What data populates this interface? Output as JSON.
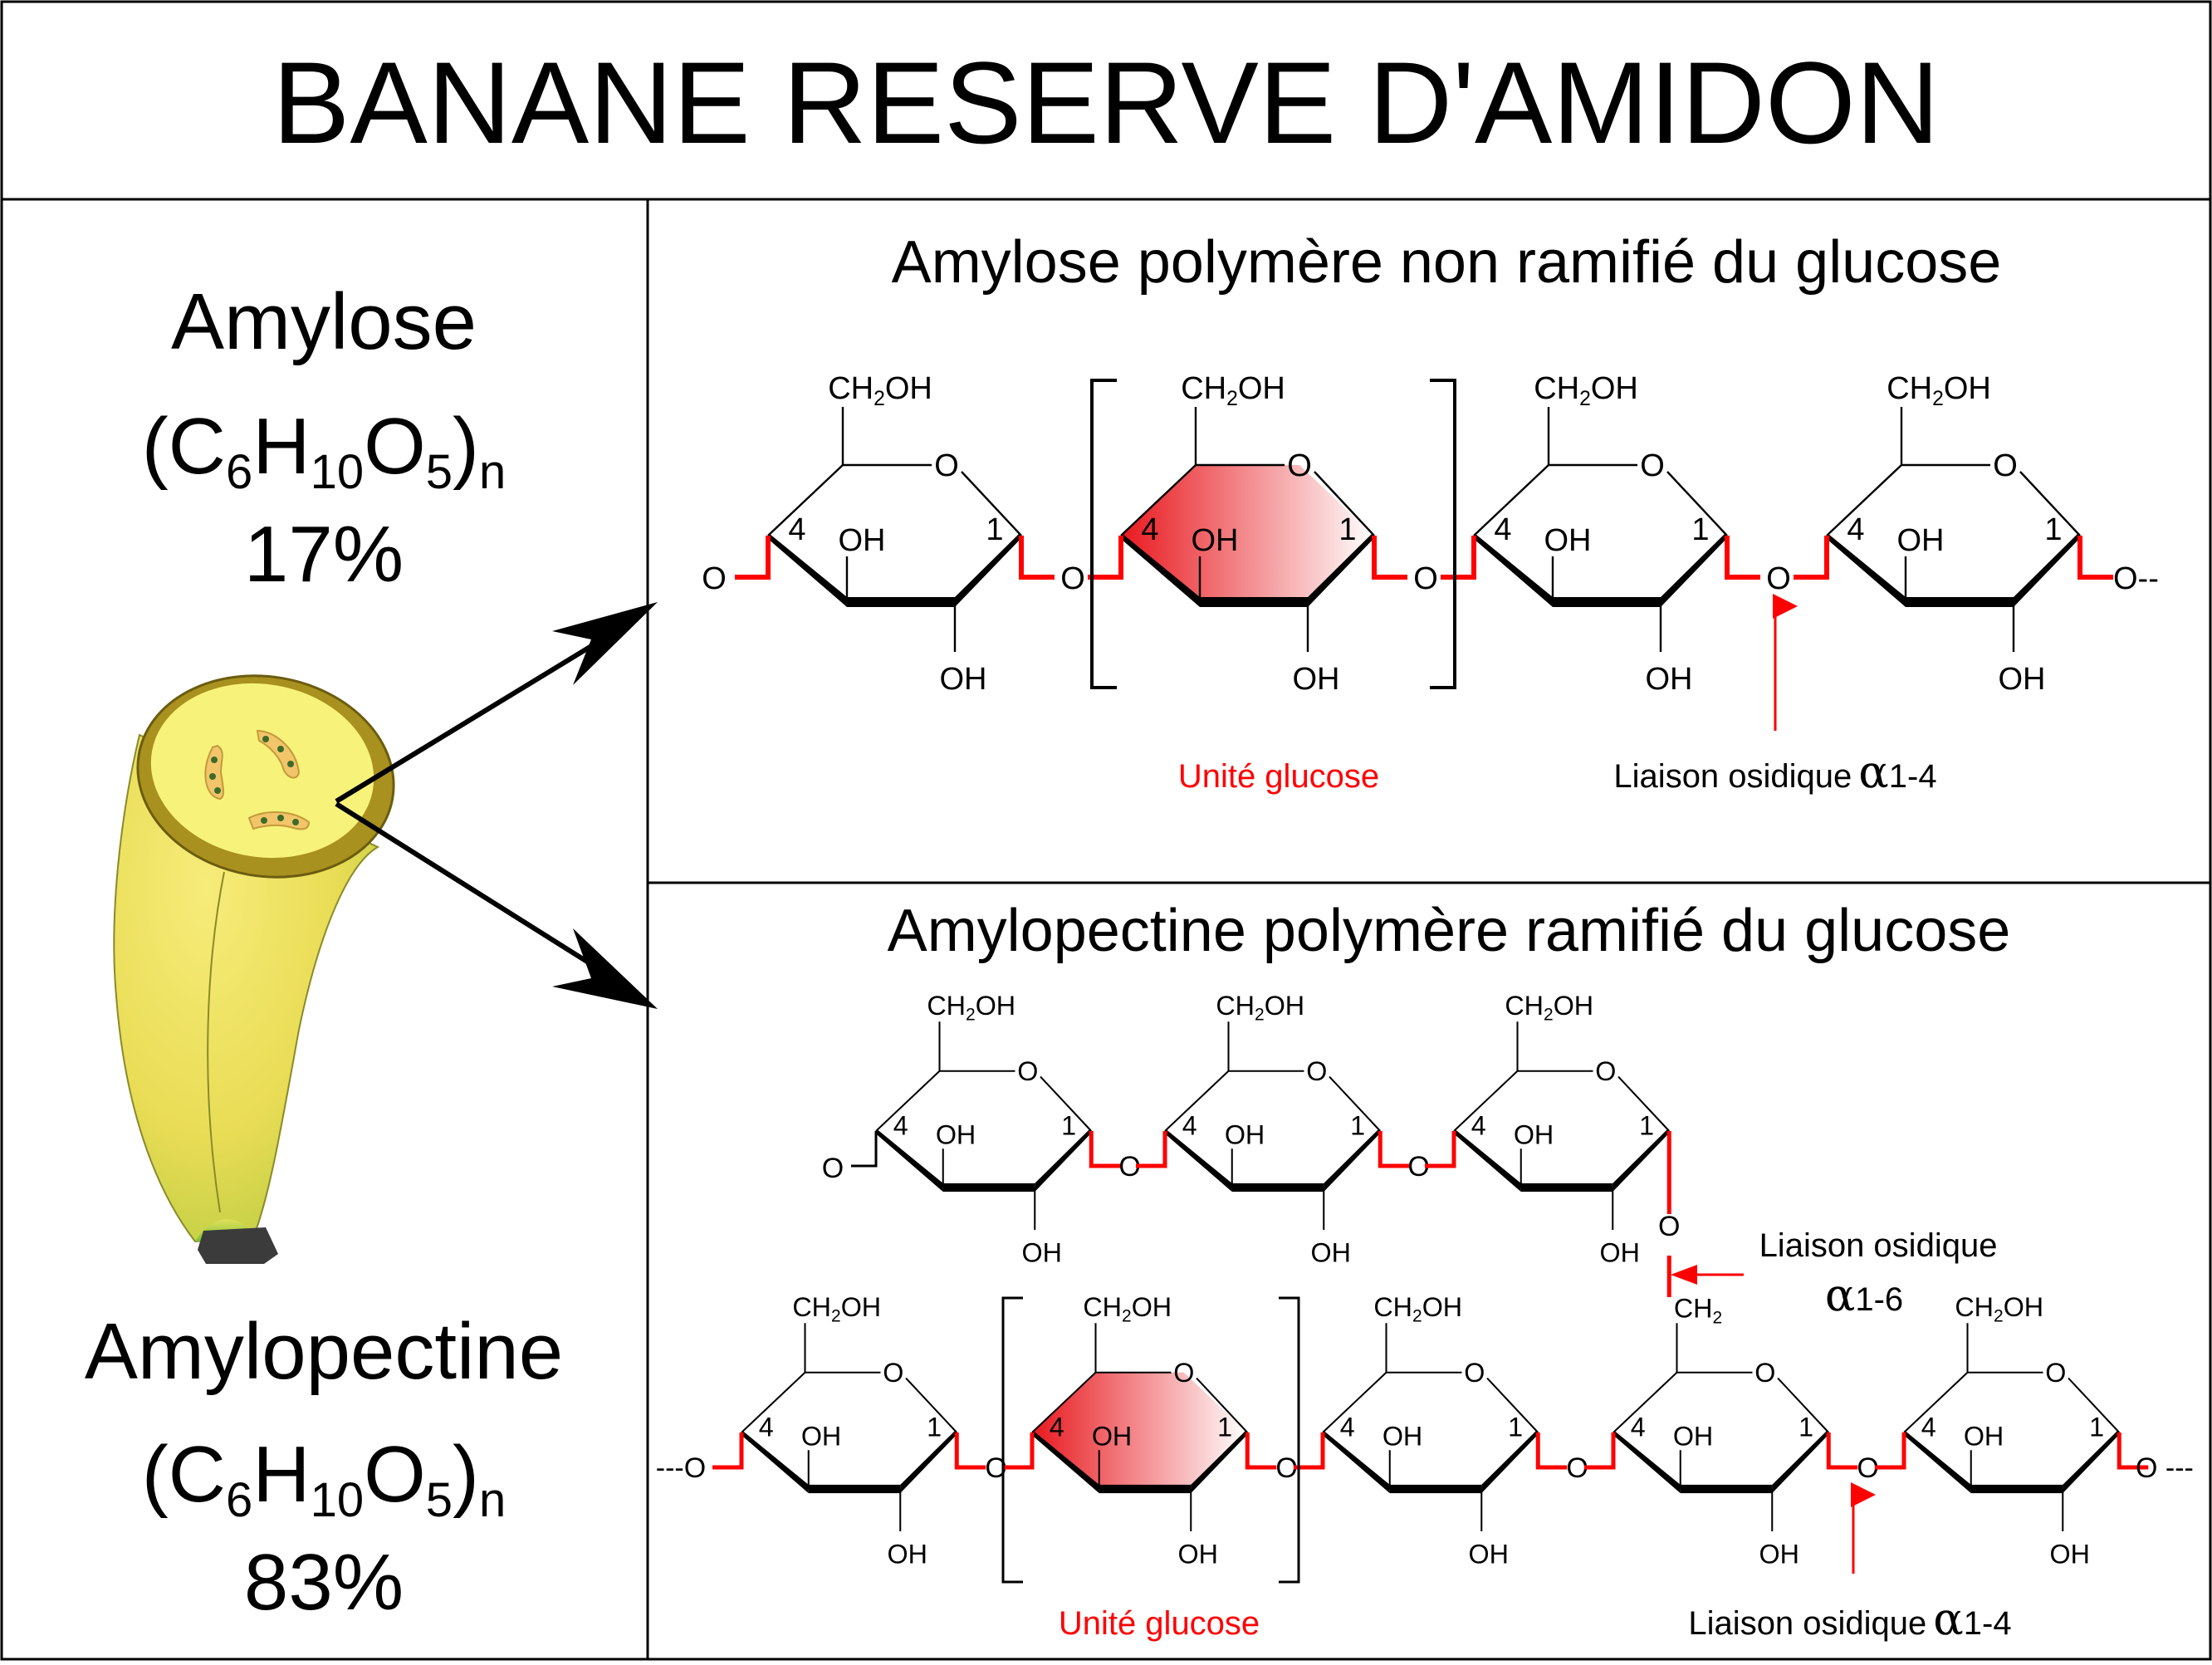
{
  "title": "BANANE RESERVE D'AMIDON",
  "left": {
    "amylose": {
      "name": "Amylose",
      "formula_open": "(C",
      "sub6": "6",
      "H": "H",
      "sub10": "10",
      "O": "O",
      "sub5": "5",
      "close": ")",
      "subn": "n",
      "percent": "17%"
    },
    "amylopectine": {
      "name": "Amylopectine",
      "formula_open": "(C",
      "sub6": "6",
      "H": "H",
      "sub10": "10",
      "O": "O",
      "sub5": "5",
      "close": ")",
      "subn": "n",
      "percent": "83%"
    }
  },
  "amylose_panel": {
    "heading": "Amylose polymère non ramifié du glucose",
    "unit_label": "Unité glucose",
    "link_label": "Liaison osidique",
    "link_type": "1-4",
    "left_end": "O",
    "right_end": "O--"
  },
  "amylopectine_panel": {
    "heading": "Amylopectine polymère ramifié du glucose",
    "unit_label": "Unité glucose",
    "link14_label": "Liaison osidique",
    "link14_type": "1-4",
    "link16_label": "Liaison osidique",
    "link16_type": "1-6",
    "left_end": "---O",
    "right_end": "O ---",
    "branch_start": "O"
  },
  "chem": {
    "ch2oh": "CH",
    "ch2oh_sub": "2",
    "ch2oh_tail": "OH",
    "ch2": "CH",
    "ch2_sub": "2",
    "oh": "OH",
    "ring_o": "O",
    "bridge_o": "O",
    "c4": "4",
    "c1": "1",
    "alpha": "α"
  },
  "colors": {
    "bond_red": "#ff0000",
    "label_red": "#ff0000",
    "frame": "#000000"
  }
}
